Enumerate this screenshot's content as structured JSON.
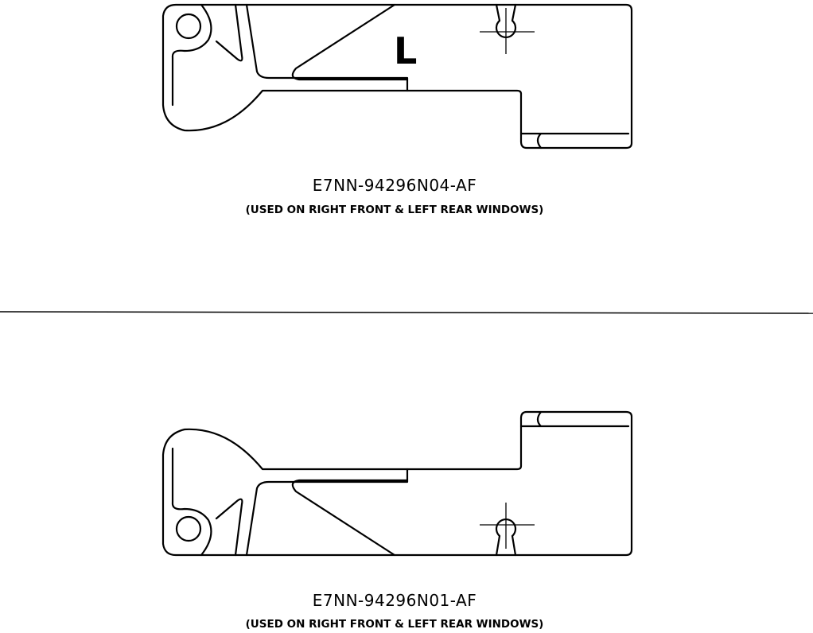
{
  "top_part": {
    "mark": "L",
    "part_number": "E7NN-94296N04-AF",
    "usage": "(USED ON RIGHT FRONT & LEFT REAR WINDOWS)"
  },
  "bottom_part": {
    "part_number": "E7NN-94296N01-AF",
    "usage": "(USED ON RIGHT FRONT & LEFT REAR WINDOWS)"
  }
}
